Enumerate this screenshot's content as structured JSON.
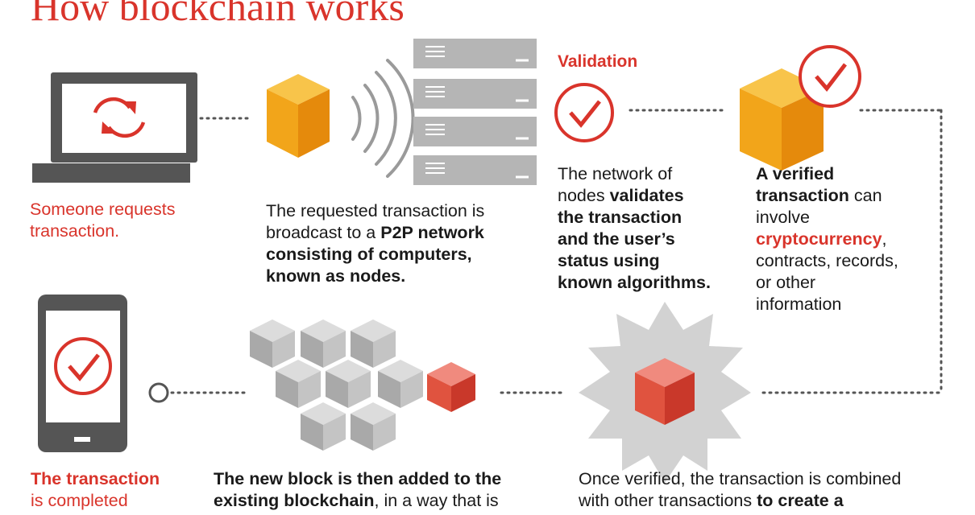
{
  "title": "How blockchain works",
  "steps": {
    "request": {
      "line1": "Someone requests",
      "line2": "transaction."
    },
    "broadcast": {
      "line1": "The requested transaction is",
      "line2_plain": "broadcast to a ",
      "line2_bold": "P2P network",
      "line3": "consisting of computers,",
      "line4": "known as nodes."
    },
    "validation": {
      "label": "Validation",
      "line1": "The network of",
      "line2_plain": "nodes ",
      "line2_bold": "validates",
      "line3": "the transaction",
      "line4": "and the user’s",
      "line5": "status using",
      "line6": "known algorithms."
    },
    "verified": {
      "line1": "A verified",
      "line2_bold": "transaction",
      "line2_plain": " can",
      "line3": "involve",
      "line4_red": "cryptocurrency",
      "line4_plain": ",",
      "line5": "contracts, records,",
      "line6": "or other",
      "line7": "information"
    },
    "completed": {
      "line1": "The transaction",
      "line2": "is completed"
    },
    "added": {
      "line1": "The new block is then added to the",
      "line2_bold": "existing blockchain",
      "line2_plain": ", in a way that is"
    },
    "combined": {
      "line1": "Once verified, the transaction is combined",
      "line2_plain": "with other transactions ",
      "line2_bold": "to create a"
    }
  },
  "colors": {
    "accent": "#d9342b",
    "orange": "#f5a623",
    "gray": "#555555",
    "server": "#b5b5b5"
  },
  "icons": [
    "laptop-sync-icon",
    "orange-cube-icon",
    "signal-waves-icon",
    "server-stack-icon",
    "check-circle-icon",
    "verified-cube-icon",
    "smartphone-check-icon",
    "blockchain-cubes-icon",
    "burst-cube-icon"
  ]
}
